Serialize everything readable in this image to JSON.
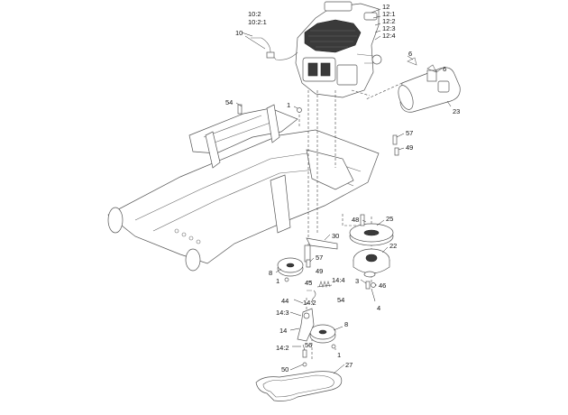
{
  "callouts": {
    "c10_2": "10:2",
    "c10_2_1": "10:2:1",
    "c10": "10",
    "c12": "12",
    "c12_1": "12:1",
    "c12_2": "12:2",
    "c12_3": "12:3",
    "c12_4": "12:4",
    "c6a": "6",
    "c6b": "6",
    "c23": "23",
    "c54a": "54",
    "c1a": "1",
    "c57a": "57",
    "c49a": "49",
    "c48": "48",
    "c25": "25",
    "c30": "30",
    "c22": "22",
    "c57b": "57",
    "c49b": "49",
    "c8a": "8",
    "c1b": "1",
    "c45": "45",
    "c14_4": "14:4",
    "c3": "3",
    "c46": "46",
    "c44": "44",
    "c14_2a": "14:2",
    "c54b": "54",
    "c14_3": "14:3",
    "c4": "4",
    "c14": "14",
    "c8b": "8",
    "c14_2b": "14:2",
    "c56": "56",
    "c1c": "1",
    "c50": "50",
    "c27": "27"
  }
}
